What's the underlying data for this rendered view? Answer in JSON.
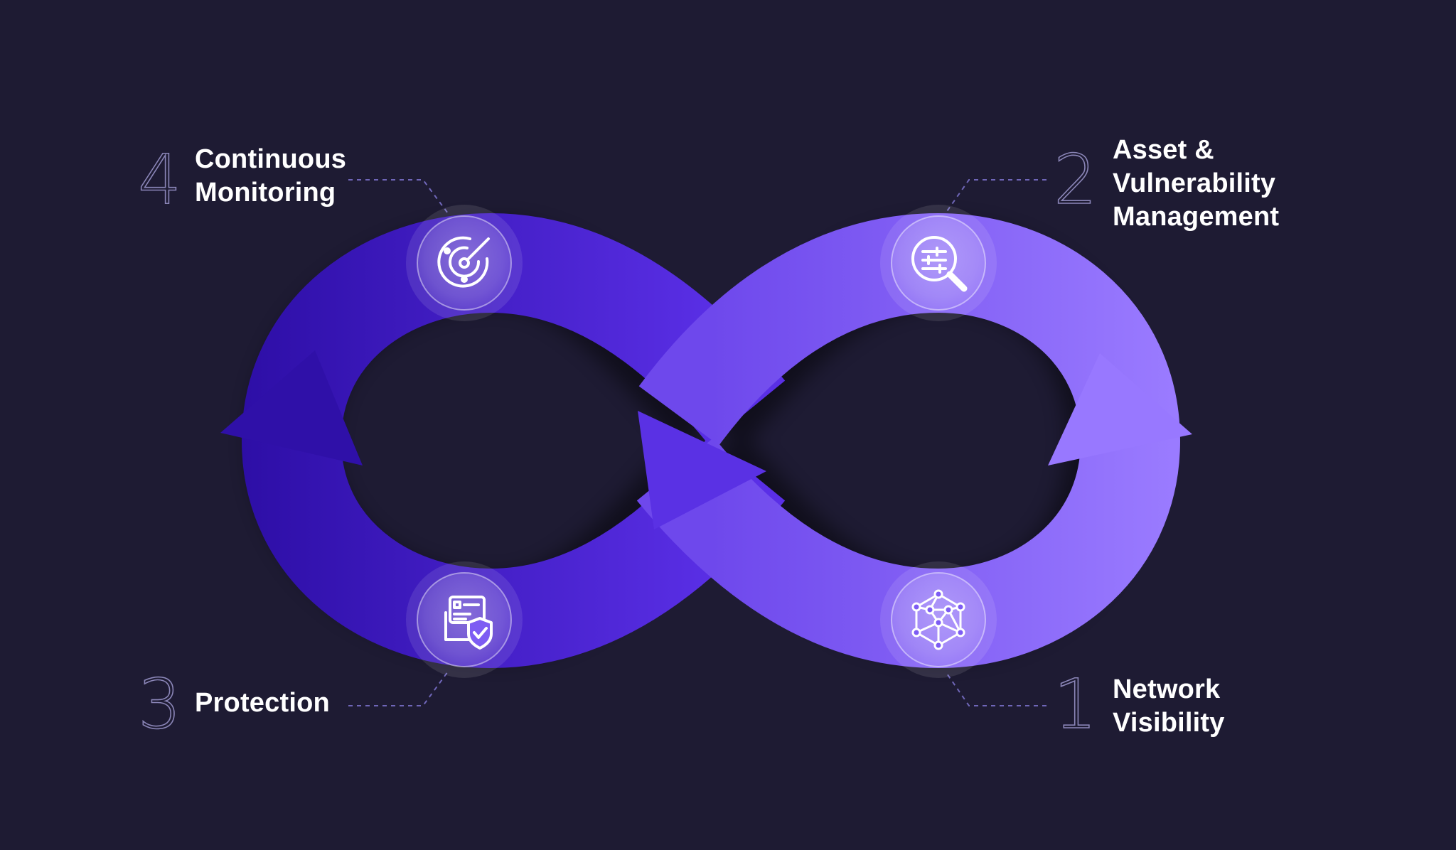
{
  "colors": {
    "background": "#1e1b33",
    "loop_left_dark": "#2d0ea6",
    "loop_left_light": "#5a2fe6",
    "loop_right_dark": "#6e48ec",
    "loop_right_light": "#9a7bff",
    "text": "#ffffff",
    "number_outline": "#8b86b8",
    "leader_line": "#6f66b8"
  },
  "steps": [
    {
      "number": "1",
      "lines": [
        "Network",
        "Visibility"
      ],
      "icon": "network-mesh-icon"
    },
    {
      "number": "2",
      "lines": [
        "Asset &",
        "Vulnerability",
        "Management"
      ],
      "icon": "search-filter-icon"
    },
    {
      "number": "3",
      "lines": [
        "Protection"
      ],
      "icon": "shield-card-icon"
    },
    {
      "number": "4",
      "lines": [
        "Continuous",
        "Monitoring"
      ],
      "icon": "radar-icon"
    }
  ]
}
